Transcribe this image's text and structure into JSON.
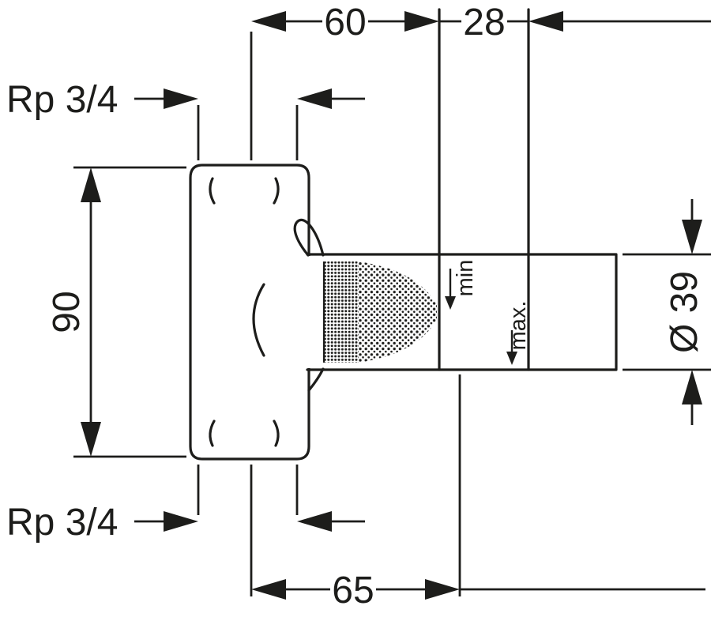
{
  "labels": {
    "dim_top_width": "60",
    "dim_wall_depth": "28",
    "thread_top": "Rp 3/4",
    "thread_bottom": "Rp 3/4",
    "dim_body_height": "90",
    "dim_spout_diameter": "Ø 39",
    "dim_bottom_width": "65",
    "install_min": "min",
    "install_max": "max."
  },
  "colors": {
    "line": "#1d1d1b",
    "background": "#ffffff"
  }
}
